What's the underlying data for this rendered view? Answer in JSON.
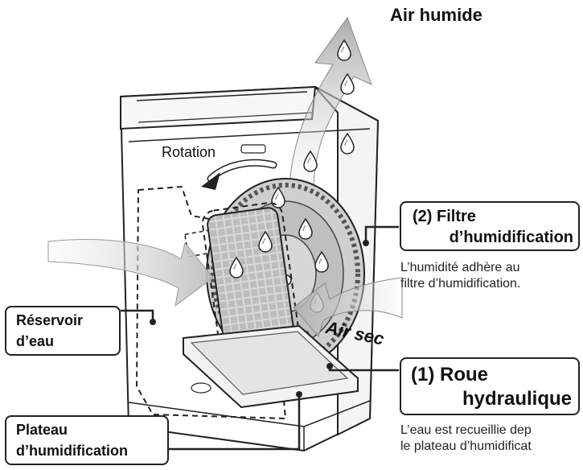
{
  "labels": {
    "air_humide": "Air humide",
    "rotation": "Rotation",
    "air_sec": "Air sec"
  },
  "callouts": {
    "filtre": {
      "line1": "(2) Filtre",
      "line2": "d’humidification",
      "desc1": "L’humidité adhère au",
      "desc2": "filtre d’humidification."
    },
    "roue": {
      "line1": "(1) Roue",
      "line2": "hydraulique",
      "desc1": "L’eau est recueillie dep",
      "desc2": "le plateau d’humidificat"
    },
    "reservoir": {
      "line1": "Réservoir",
      "line2": "d’eau"
    },
    "plateau": {
      "line1": "Plateau",
      "line2": "d’humidification"
    }
  },
  "colors": {
    "outline": "#222222",
    "airflow": "#b8b8b8",
    "filter": "#9a9a9a"
  }
}
